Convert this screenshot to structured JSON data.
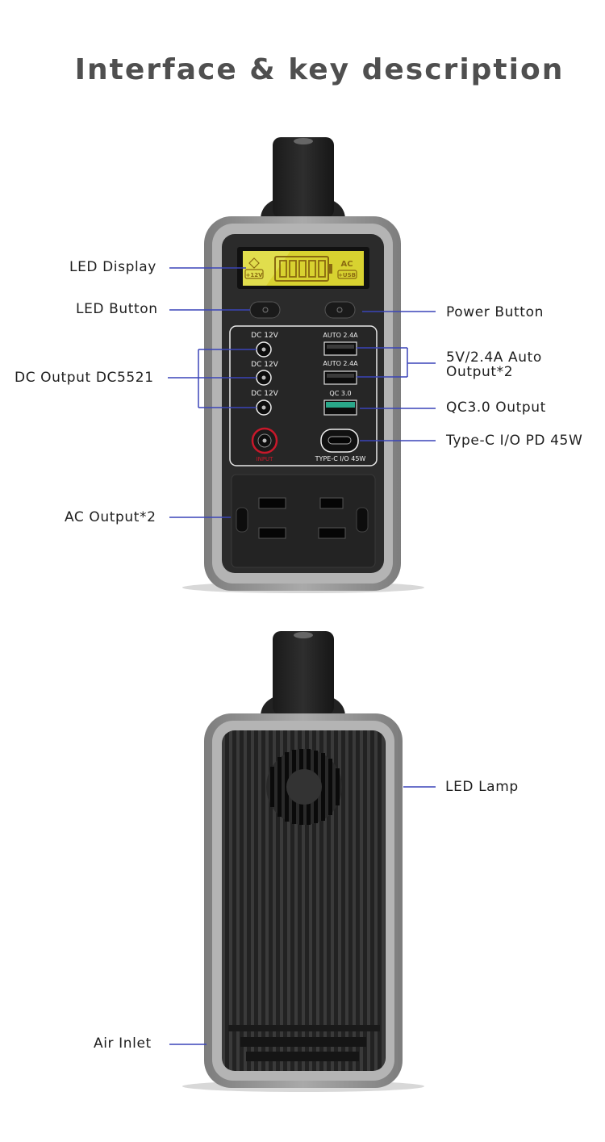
{
  "page": {
    "title": "Interface & key description"
  },
  "front_labels": {
    "led_display": "LED Display",
    "led_button": "LED Button",
    "dc_output": "DC Output DC5521",
    "ac_output": "AC Output*2",
    "power_button": "Power Button",
    "usb_auto_line1": "5V/2.4A Auto",
    "usb_auto_line2": "Output*2",
    "qc_output": "QC3.0 Output",
    "typec": "Type-C I/O PD 45W"
  },
  "back_labels": {
    "led_lamp": "LED Lamp",
    "air_inlet": "Air Inlet"
  },
  "panel_text": {
    "dc1": "DC  12V",
    "dc2": "DC  12V",
    "dc3": "DC  12V",
    "usb1": "AUTO 2.4A",
    "usb2": "AUTO 2.4A",
    "qc": "QC 3.0",
    "input": "INPUT",
    "typec": "TYPE-C I/O 45W"
  },
  "lcd": {
    "left_badge": "+12V",
    "right_top": "AC",
    "right_badge": "+USB"
  },
  "colors": {
    "leader_line": "#3a44b8",
    "lcd_bg": "#d8d230",
    "body_gray": "#9a9a9a",
    "panel_black": "#2a2a2a",
    "qc_port": "#2aa88a",
    "input_ring": "#c8182a"
  }
}
